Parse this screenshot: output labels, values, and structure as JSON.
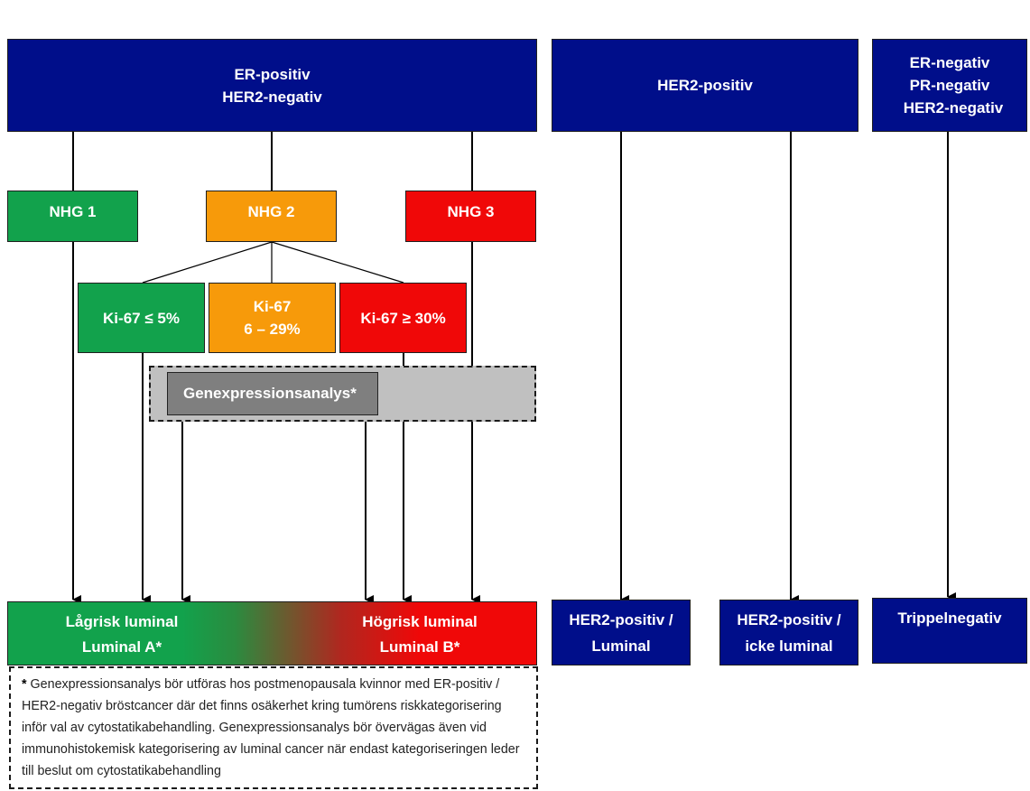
{
  "colors": {
    "navy": "#000e8a",
    "green": "#12a24c",
    "orange": "#f79a0a",
    "red": "#f00808",
    "gray_zone": "#c0c0c0",
    "genex_box": "#7f7f7f"
  },
  "headers": {
    "er_pos": {
      "line1": "ER-positiv",
      "line2": "HER2-negativ"
    },
    "her2_pos": {
      "line1": "HER2-positiv"
    },
    "triple_neg": {
      "line1": "ER-negativ",
      "line2": "PR-negativ",
      "line3": "HER2-negativ"
    }
  },
  "nhg": {
    "nhg1": "NHG 1",
    "nhg2": "NHG 2",
    "nhg3": "NHG 3"
  },
  "ki67": {
    "low": "Ki-67 ≤ 5%",
    "mid_line1": "Ki-67",
    "mid_line2": "6 – 29%",
    "high": "Ki-67 ≥ 30%"
  },
  "genex": {
    "label": "Genexpressionsanalys*"
  },
  "outcomes": {
    "low_risk_line1": "Lågrisk luminal",
    "low_risk_line2": "Luminal A*",
    "high_risk_line1": "Högrisk luminal",
    "high_risk_line2": "Luminal B*",
    "her2_luminal_line1": "HER2-positiv /",
    "her2_luminal_line2": "Luminal",
    "her2_nonluminal_line1": "HER2-positiv /",
    "her2_nonluminal_line2": "icke luminal",
    "triple_negative": "Trippelnegativ"
  },
  "footnote": {
    "star": "*",
    "text": " Genexpressionsanalys bör utföras hos postmenopausala kvinnor med ER-positiv / HER2-negativ bröstcancer där det finns osäkerhet kring tumörens riskkategorisering inför val av cytostatikabehandling. Genexpressionsanalys bör övervägas även vid immunohistokemisk kategorisering av luminal cancer när endast kategoriseringen leder till beslut om cytostatikabehandling"
  }
}
